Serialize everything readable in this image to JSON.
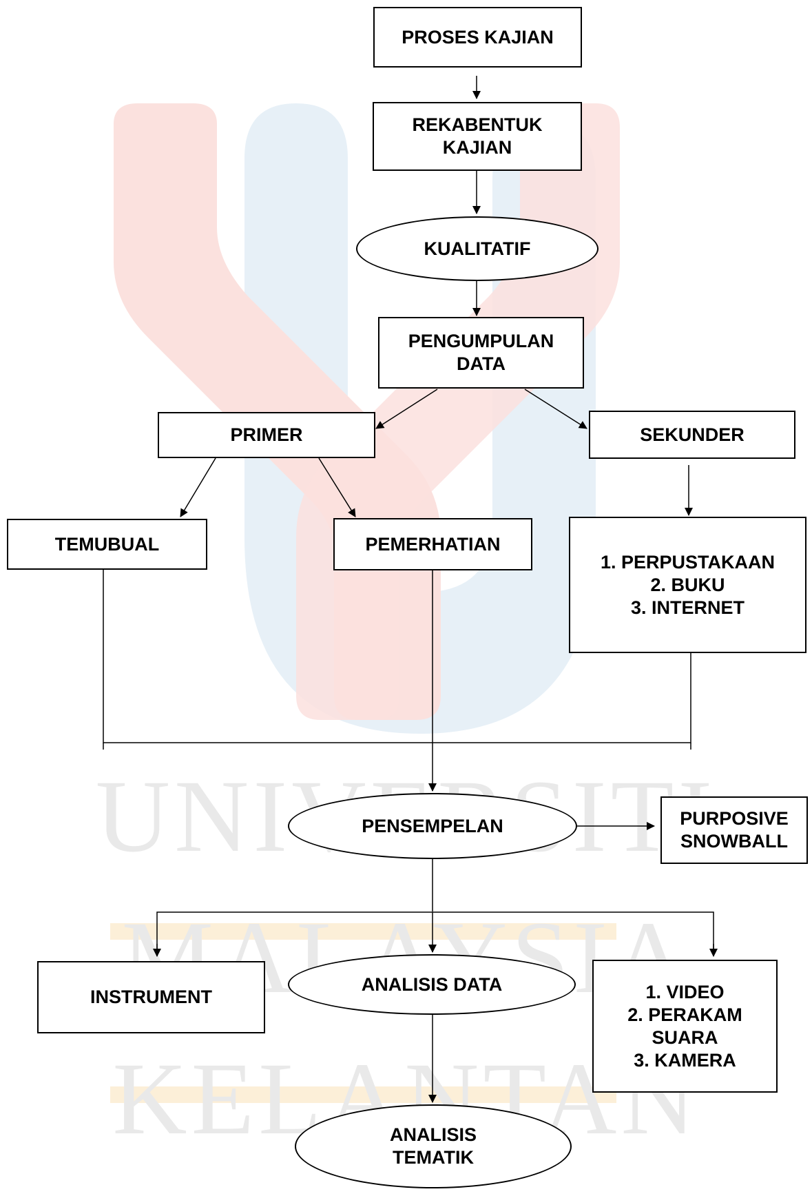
{
  "watermark": {
    "logo_name": "university-logo-watermark",
    "text_lines": [
      "UNIVERSITI",
      "MALAYSIA",
      "KELANTAN"
    ],
    "colors": {
      "red": "#fbe1de",
      "blue": "#e7f0f7",
      "orange": "#fcefd8",
      "gray": "#e9e9e9"
    }
  },
  "nodes": {
    "proses_kajian": {
      "lines": [
        "PROSES KAJIAN"
      ]
    },
    "rekabentuk_kajian": {
      "lines": [
        "REKABENTUK",
        "KAJIAN"
      ]
    },
    "kualitatif": {
      "lines": [
        "KUALITATIF"
      ]
    },
    "pengumpulan_data": {
      "lines": [
        "PENGUMPULAN",
        "DATA"
      ]
    },
    "primer": {
      "lines": [
        "PRIMER"
      ]
    },
    "sekunder": {
      "lines": [
        "SEKUNDER"
      ]
    },
    "temubual": {
      "lines": [
        "TEMUBUAL"
      ]
    },
    "pemerhatian": {
      "lines": [
        "PEMERHATIAN"
      ]
    },
    "sumber_sekunder": {
      "lines": [
        "1. PERPUSTAKAAN",
        "2. BUKU",
        "3. INTERNET"
      ]
    },
    "pensempelan": {
      "lines": [
        "PENSEMPELAN"
      ]
    },
    "purposive_snowball": {
      "lines": [
        "PURPOSIVE",
        "SNOWBALL"
      ]
    },
    "instrument": {
      "lines": [
        "INSTRUMENT"
      ]
    },
    "analisis_data": {
      "lines": [
        "ANALISIS DATA"
      ]
    },
    "alat_rakaman": {
      "lines": [
        "1. VIDEO",
        "2. PERAKAM",
        "SUARA",
        "3. KAMERA"
      ]
    },
    "analisis_tematik": {
      "lines": [
        "ANALISIS",
        "TEMATIK"
      ]
    }
  },
  "colors": {
    "stroke": "#000000",
    "fill": "#ffffff"
  }
}
